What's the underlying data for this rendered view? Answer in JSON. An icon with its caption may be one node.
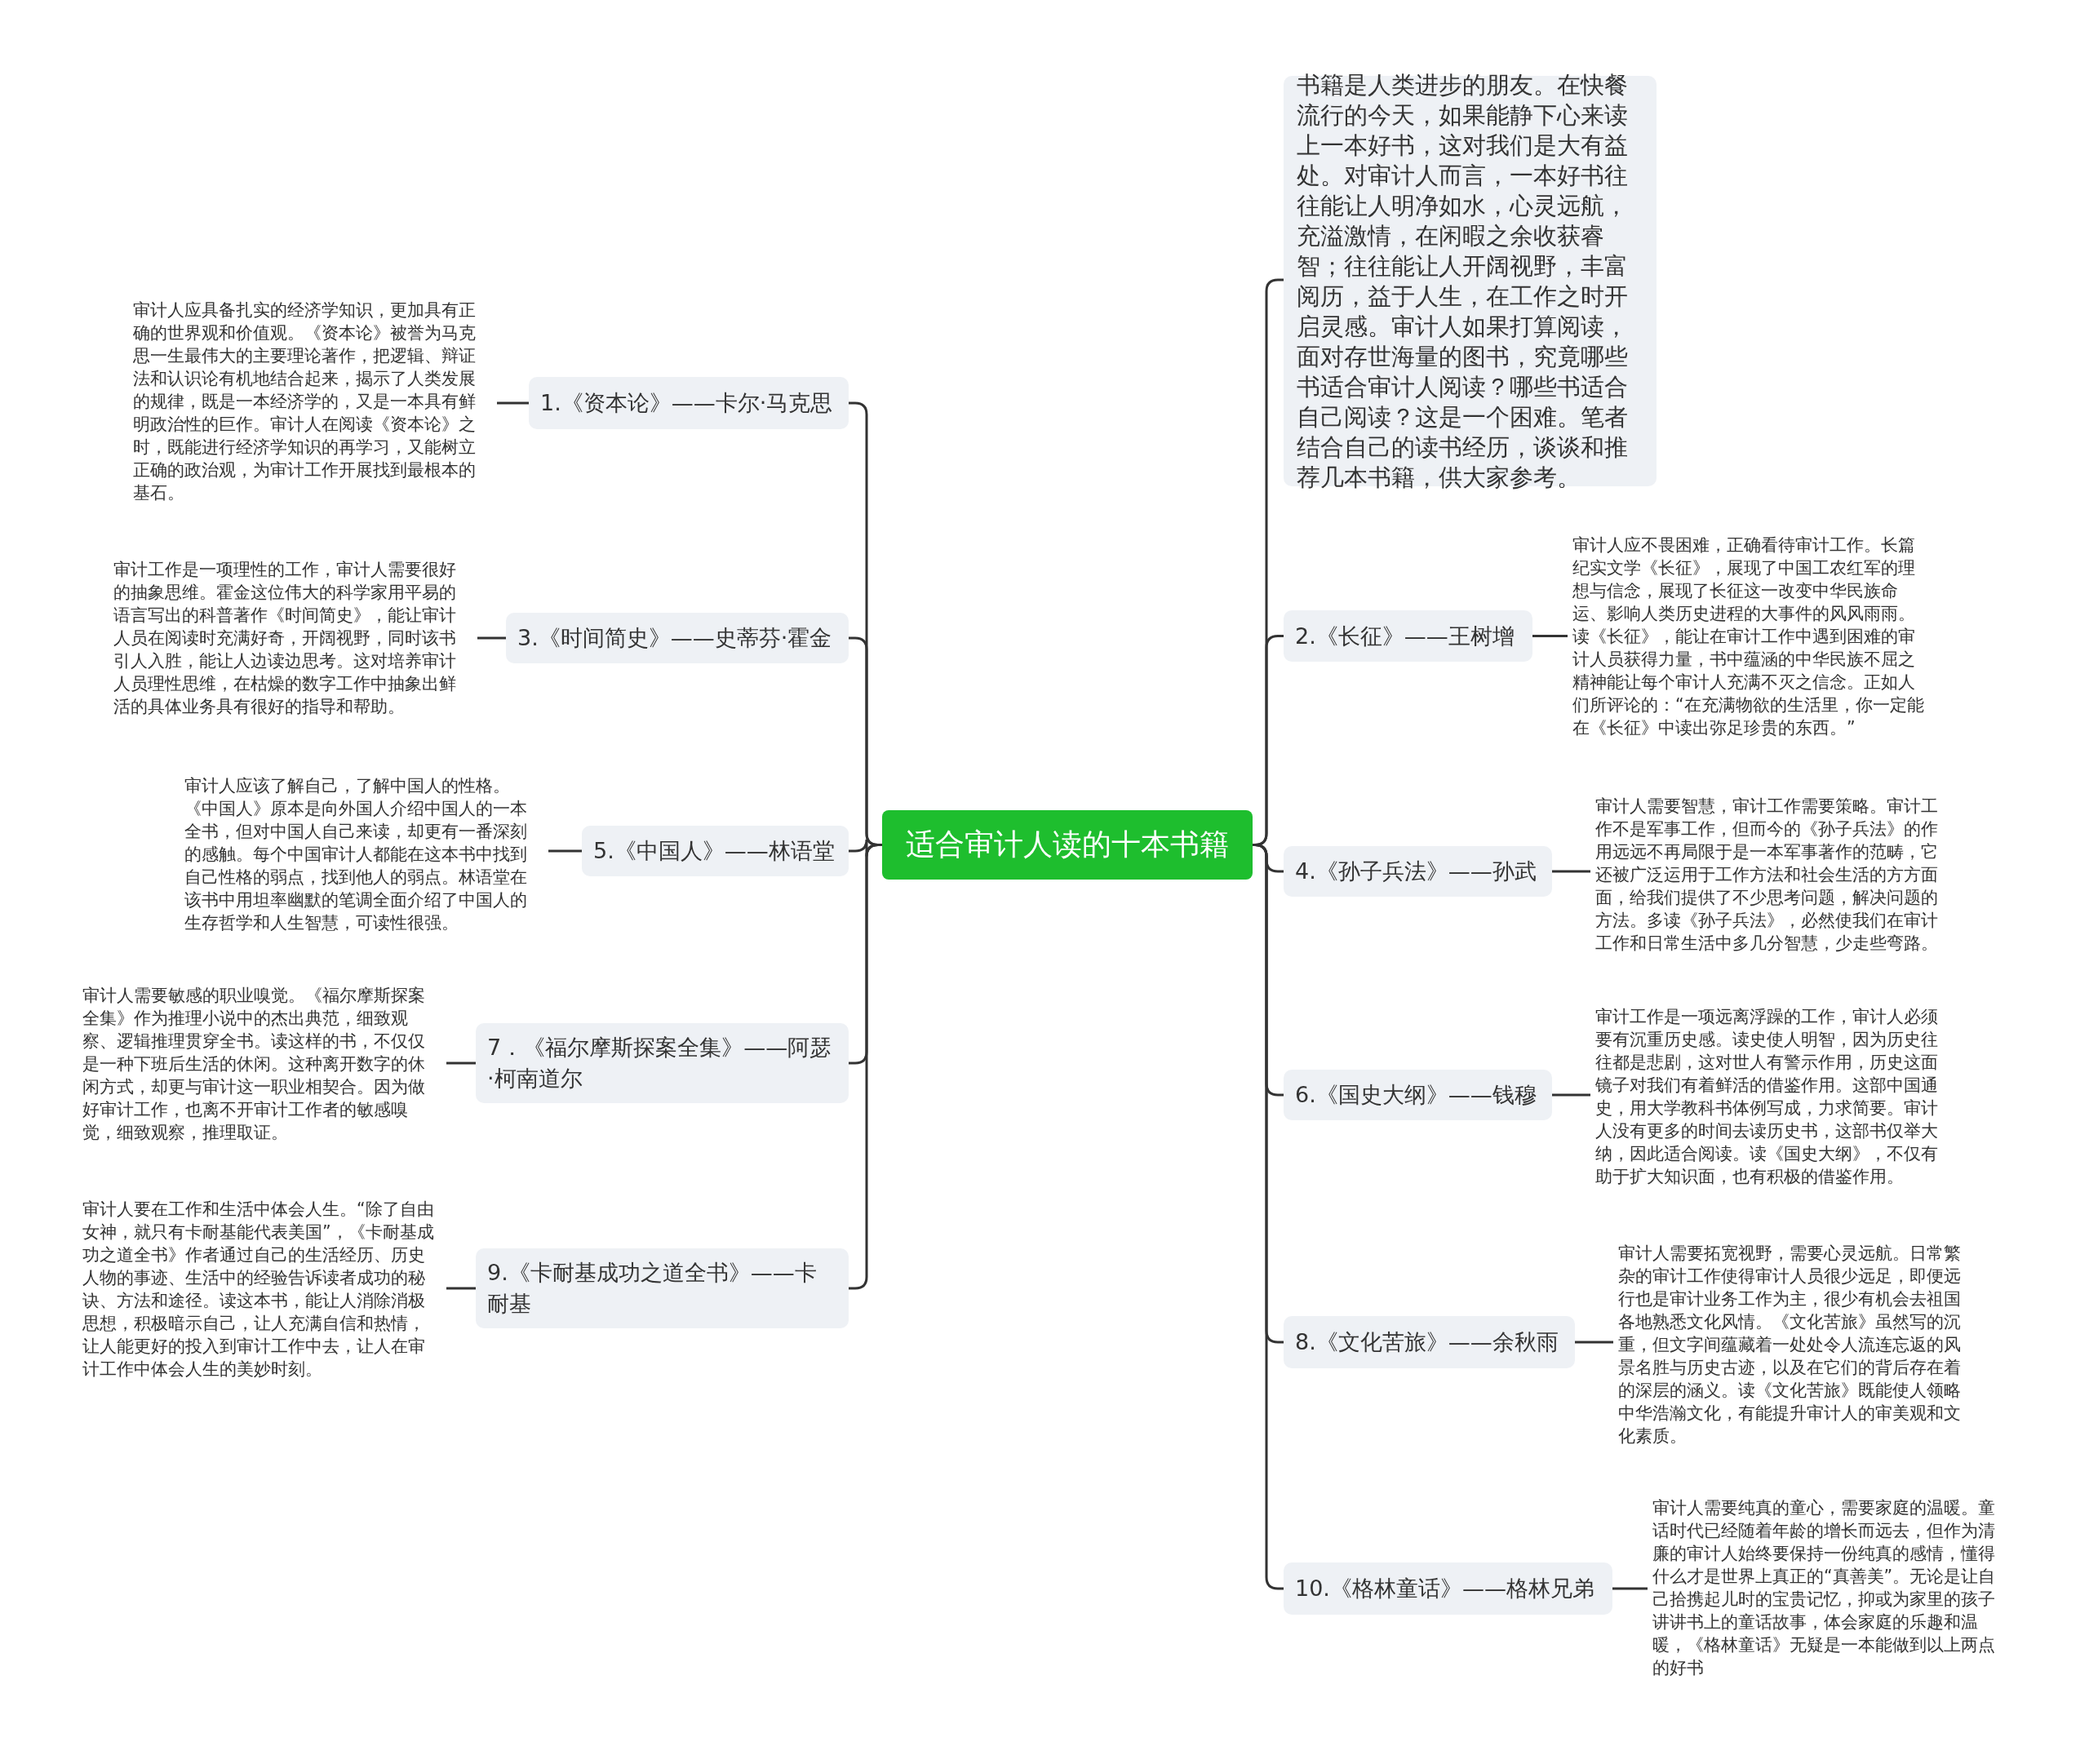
{
  "diagram": {
    "nodes": [
      {
        "text": [
          "适合审计人读的十本书籍"
        ]
      },
      {
        "text": [
          "1.《资本论》——卡尔·马克思"
        ]
      },
      {
        "text": [
          "审计人应具备扎实的经济学知识，更加具有正确的世界观和价值观。《资本论》被誉为马克思一生最伟大的主要理论著作，把逻辑、辩证法和认识论有机地结合起来，揭示了人类发展的规律，既是一本经济学的，又是一本具有鲜明政治性的巨作。审计人在阅读《资本论》之时，既能进行经济学知识的再学习，又能树立正确的政治观，为审计工作开展找到最根本的基石。"
        ]
      },
      {
        "text": [
          "3.《时间简史》——史蒂芬·霍金"
        ]
      },
      {
        "text": [
          "审计工作是一项理性的工作，审计人需要很好的抽象思维。霍金这位伟大的科学家用平易的语言写出的科普著作《时间简史》，能让审计人员在阅读时充满好奇，开阔视野，同时该书引人入胜，能让人边读边思考。这对培养审计人员理性思维，在枯燥的数字工作中抽象出鲜活的具体业务具有很好的指导和帮助。"
        ]
      },
      {
        "text": [
          "5.《中国人》——林语堂"
        ]
      },
      {
        "text": [
          "审计人应该了解自己，了解中国人的性格。《中国人》原本是向外国人介绍中国人的一本全书，但对中国人自己来读，却更有一番深刻的感触。每个中国审计人都能在这本书中找到自己性格的弱点，找到他人的弱点。林语堂在该书中用坦率幽默的笔调全面介绍了中国人的生存哲学和人生智慧，可读性很强。"
        ]
      },
      {
        "text": [
          "7．《福尔摩斯探案全集》——阿瑟·柯南道尔"
        ]
      },
      {
        "text": [
          "审计人需要敏感的职业嗅觉。《福尔摩斯探案全集》作为推理小说中的杰出典范，细致观察、逻辑推理贯穿全书。读这样的书，不仅仅是一种下班后生活的休闲。这种离开数字的休闲方式，却更与审计这一职业相契合。因为做好审计工作，也离不开审计工作者的敏感嗅觉，细致观察，推理取证。"
        ]
      },
      {
        "text": [
          "9.《卡耐基成功之道全书》——卡耐基"
        ]
      },
      {
        "text": [
          "审计人要在工作和生活中体会人生。“除了自由女神，就只有卡耐基能代表美国”，《卡耐基成功之道全书》作者通过自己的生活经历、历史人物的事迹、生活中的经验告诉读者成功的秘诀、方法和途径。读这本书，能让人消除消极思想，积极暗示自己，让人充满自信和热情，让人能更好的投入到审计工作中去，让人在审计工作中体会人生的美妙时刻。"
        ]
      },
      {
        "text": [
          "书籍是人类进步的朋友。在快餐流行的今天，如果能静下心来读上一本好书，这对我们是大有益处。对审计人而言，一本好书往往能让人明净如水，心灵远航，充溢激情，在闲暇之余收获睿智；往往能让人开阔视野，丰富阅历，益于人生，在工作之时开启灵感。审计人如果打算阅读，面对存世海量的图书，究竟哪些书适合审计人阅读？哪些书适合自己阅读？这是一个困难。笔者结合自己的读书经历，谈谈和推荐几本书籍，供大家参考。"
        ]
      },
      {
        "text": [
          "2.《长征》——王树增"
        ]
      },
      {
        "text": [
          "审计人应不畏困难，正确看待审计工作。长篇纪实文学《长征》，展现了中国工农红军的理想与信念，展现了长征这一改变中华民族命运、影响人类历史进程的大事件的风风雨雨。读《长征》，能让在审计工作中遇到困难的审计人员获得力量，书中蕴涵的中华民族不屈之精神能让每个审计人充满不灭之信念。正如人们所评论的：“在充满物欲的生活里，你一定能在《长征》中读出弥足珍贵的东西。”"
        ]
      },
      {
        "text": [
          "4.《孙子兵法》——孙武"
        ]
      },
      {
        "text": [
          "审计人需要智慧，审计工作需要策略。审计工作不是军事工作，但而今的《孙子兵法》的作用远远不再局限于是一本军事著作的范畴，它还被广泛运用于工作方法和社会生活的方方面面，给我们提供了不少思考问题，解决问题的方法。多读《孙子兵法》，必然使我们在审计工作和日常生活中多几分智慧，少走些弯路。"
        ]
      },
      {
        "text": [
          "6.《国史大纲》——钱穆"
        ]
      },
      {
        "text": [
          "审计工作是一项远离浮躁的工作，审计人必须要有沉重历史感。读史使人明智，因为历史往往都是悲剧，这对世人有警示作用，历史这面镜子对我们有着鲜活的借鉴作用。这部中国通史，用大学教科书体例写成，力求简要。审计人没有更多的时间去读历史书，这部书仅举大纳，因此适合阅读。读《国史大纲》，不仅有助于扩大知识面，也有积极的借鉴作用。"
        ]
      },
      {
        "text": [
          "8.《文化苦旅》——余秋雨"
        ]
      },
      {
        "text": [
          "审计人需要拓宽视野，需要心灵远航。日常繁杂的审计工作使得审计人员很少远足，即便远行也是审计业务工作为主，很少有机会去祖国各地熟悉文化风情。《文化苦旅》虽然写的沉重，但文字间蕴藏着一处处令人流连忘返的风景名胜与历史古迹，以及在它们的背后存在着的深层的涵义。读《文化苦旅》既能使人领略中华浩瀚文化，有能提升审计人的审美观和文化素质。"
        ]
      },
      {
        "text": [
          "10.《格林童话》——格林兄弟"
        ]
      },
      {
        "text": [
          "审计人需要纯真的童心，需要家庭的温暖。童话时代已经随着年龄的增长而远去，但作为清廉的审计人始终要保持一份纯真的感情，懂得什么才是世界上真正的“真善美”。无论是让自己拾携起儿时的宝贵记忆，抑或为家里的孩子讲讲书上的童话故事，体会家庭的乐趣和温暖，《格林童话》无疑是一本能做到以上两点的好书"
        ]
      }
    ],
    "edges": [
      {
        "from": 0,
        "to": 1,
        "arrow": "none"
      },
      {
        "from": 0,
        "to": 3,
        "arrow": "none"
      },
      {
        "from": 0,
        "to": 5,
        "arrow": "none"
      },
      {
        "from": 0,
        "to": 7,
        "arrow": "none"
      },
      {
        "from": 0,
        "to": 9,
        "arrow": "none"
      },
      {
        "from": 0,
        "to": 11,
        "arrow": "none"
      },
      {
        "from": 0,
        "to": 12,
        "arrow": "none"
      },
      {
        "from": 0,
        "to": 14,
        "arrow": "none"
      },
      {
        "from": 0,
        "to": 16,
        "arrow": "none"
      },
      {
        "from": 0,
        "to": 18,
        "arrow": "none"
      },
      {
        "from": 0,
        "to": 20,
        "arrow": "none"
      },
      {
        "from": 1,
        "to": 2,
        "arrow": "none"
      },
      {
        "from": 3,
        "to": 4,
        "arrow": "none"
      },
      {
        "from": 5,
        "to": 6,
        "arrow": "none"
      },
      {
        "from": 7,
        "to": 8,
        "arrow": "none"
      },
      {
        "from": 9,
        "to": 10,
        "arrow": "none"
      },
      {
        "from": 12,
        "to": 13,
        "arrow": "none"
      },
      {
        "from": 14,
        "to": 15,
        "arrow": "none"
      },
      {
        "from": 16,
        "to": 17,
        "arrow": "none"
      },
      {
        "from": 18,
        "to": 19,
        "arrow": "none"
      },
      {
        "from": 20,
        "to": 21,
        "arrow": "none"
      }
    ]
  }
}
